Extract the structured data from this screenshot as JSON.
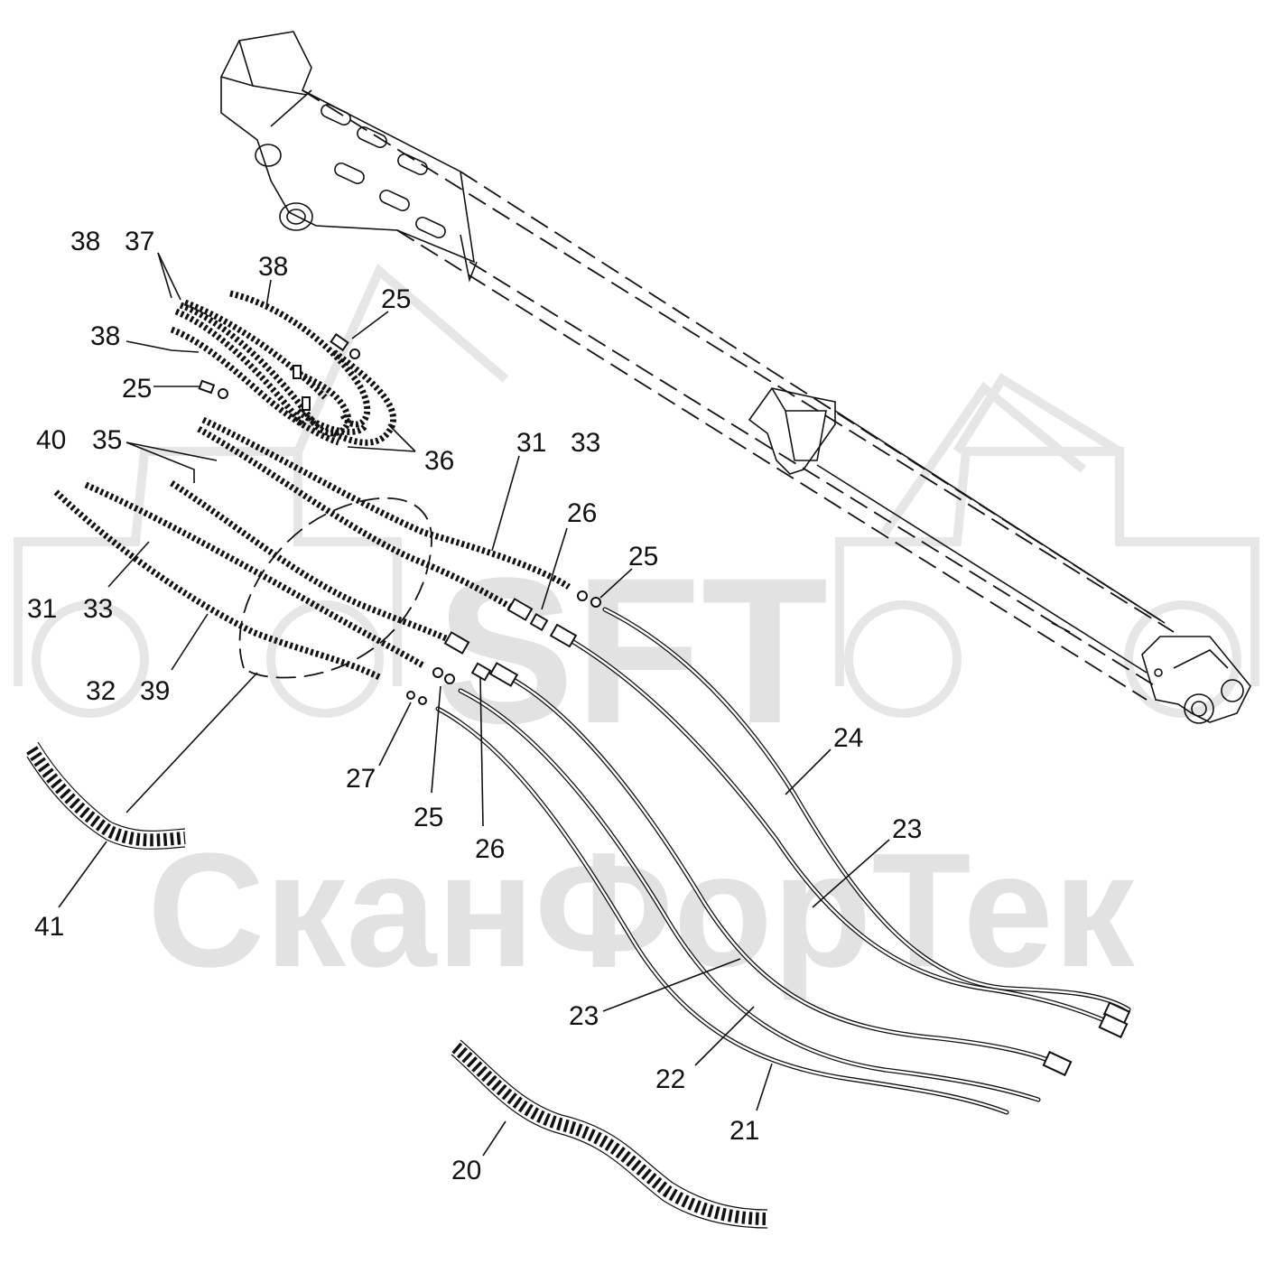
{
  "watermark": {
    "logo_text": "SFT",
    "company": "СканФорТек"
  },
  "callouts": [
    {
      "id": "c38a",
      "text": "38"
    },
    {
      "id": "c37",
      "text": "37"
    },
    {
      "id": "c38b",
      "text": "38"
    },
    {
      "id": "c38c",
      "text": "38"
    },
    {
      "id": "c25a",
      "text": "25"
    },
    {
      "id": "c25b",
      "text": "25"
    },
    {
      "id": "c36",
      "text": "36"
    },
    {
      "id": "c40",
      "text": "40"
    },
    {
      "id": "c35",
      "text": "35"
    },
    {
      "id": "c31a",
      "text": "31"
    },
    {
      "id": "c33a",
      "text": "33"
    },
    {
      "id": "c26a",
      "text": "26"
    },
    {
      "id": "c25c",
      "text": "25"
    },
    {
      "id": "c31b",
      "text": "31"
    },
    {
      "id": "c33b",
      "text": "33"
    },
    {
      "id": "c32",
      "text": "32"
    },
    {
      "id": "c39",
      "text": "39"
    },
    {
      "id": "c27",
      "text": "27"
    },
    {
      "id": "c25d",
      "text": "25"
    },
    {
      "id": "c26b",
      "text": "26"
    },
    {
      "id": "c24",
      "text": "24"
    },
    {
      "id": "c23a",
      "text": "23"
    },
    {
      "id": "c23b",
      "text": "23"
    },
    {
      "id": "c22",
      "text": "22"
    },
    {
      "id": "c21",
      "text": "21"
    },
    {
      "id": "c20",
      "text": "20"
    },
    {
      "id": "c41",
      "text": "41"
    }
  ]
}
